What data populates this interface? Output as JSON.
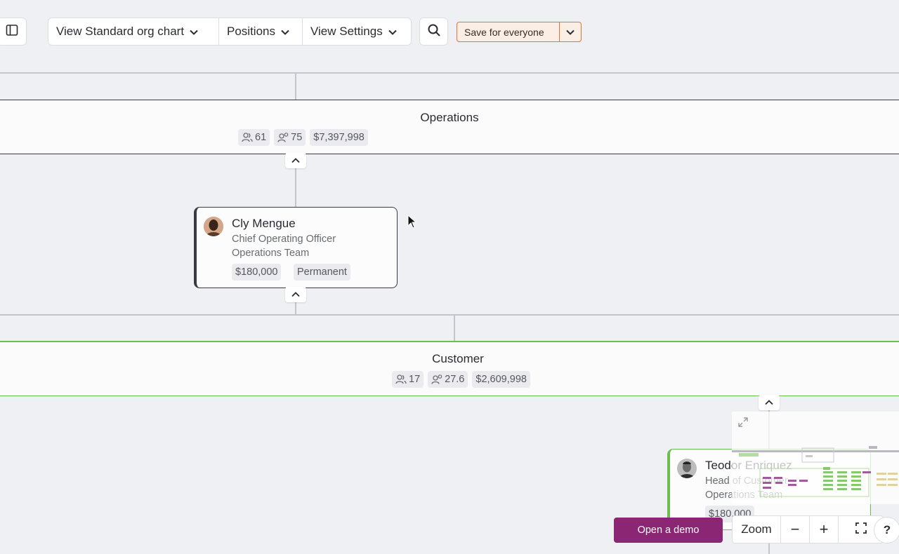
{
  "toolbar": {
    "sidebar_icon": "sidebar-toggle-icon",
    "view_label": "View Standard org chart",
    "positions_label": "Positions",
    "settings_label": "View Settings",
    "search_icon": "search-icon",
    "save_label": "Save for everyone"
  },
  "teams": {
    "operations": {
      "name": "Operations",
      "headcount": "61",
      "positions": "75",
      "budget": "$7,397,998"
    },
    "customer": {
      "name": "Customer",
      "headcount": "17",
      "positions": "27.6",
      "budget": "$2,609,998"
    }
  },
  "people": {
    "coo": {
      "name": "Cly Mengue",
      "title": "Chief Operating Officer",
      "team": "Operations Team",
      "salary": "$180,000",
      "type": "Permanent"
    },
    "head_customer": {
      "name": "Teodor Enriquez",
      "title": "Head of Customer",
      "team": "Operations Team",
      "salary": "$180,000"
    }
  },
  "bottom": {
    "demo_label": "Open a demo",
    "zoom_label": "Zoom",
    "zoom_out": "−",
    "zoom_in": "+",
    "help": "?"
  },
  "colors": {
    "accent_orange": "#e3733a",
    "customer_green": "#6bbf4e",
    "demo_purple": "#8a2673"
  }
}
